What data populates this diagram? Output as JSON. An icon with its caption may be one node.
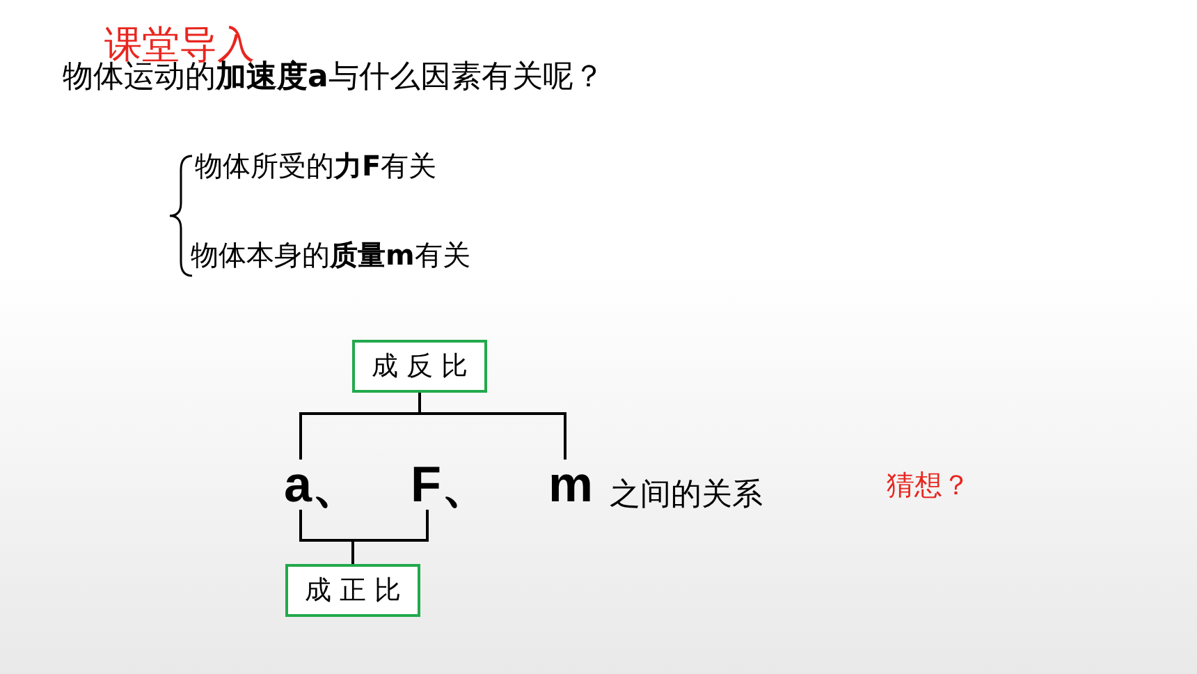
{
  "diagram": {
    "title": "课堂导入",
    "nodes": [
      {
        "text": [
          "成 反 比"
        ]
      },
      {
        "text": [
          "a、"
        ]
      },
      {
        "text": [
          "F、"
        ]
      },
      {
        "text": [
          "m"
        ]
      },
      {
        "text": [
          "成 正 比"
        ]
      }
    ],
    "edges": [
      {
        "from": 0,
        "to": 1,
        "arrow": "none"
      },
      {
        "from": 0,
        "to": 3,
        "arrow": "none"
      },
      {
        "from": 4,
        "to": 1,
        "arrow": "none"
      },
      {
        "from": 4,
        "to": 2,
        "arrow": "none"
      }
    ],
    "labels": [
      "物体运动的**加速度a**与什么因素有关呢？",
      "物体所受的**力F**有关",
      "物体本身的**质量m**有关",
      "之间的关系",
      "猜想？"
    ]
  }
}
